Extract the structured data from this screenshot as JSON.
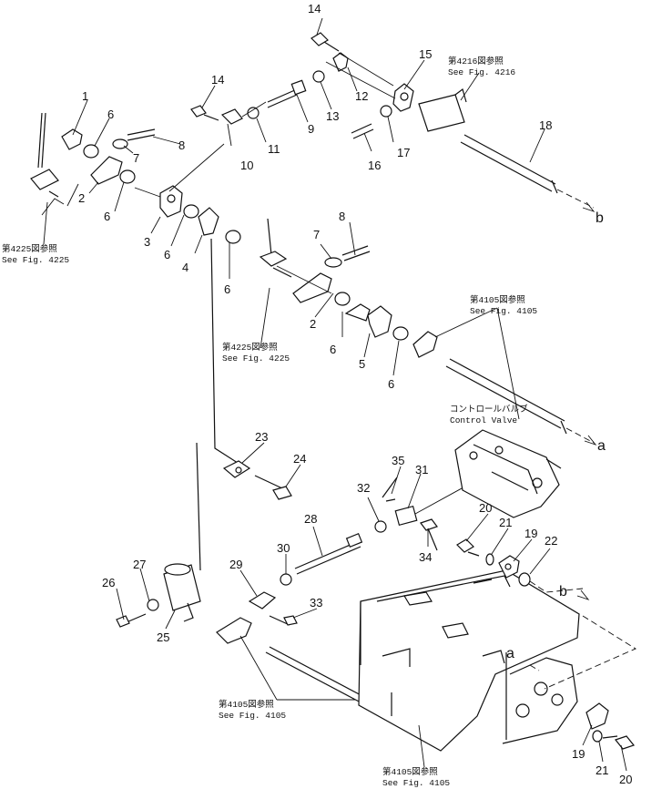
{
  "part_numbers": {
    "p1": "1",
    "p2a": "2",
    "p2b": "2",
    "p3": "3",
    "p4": "4",
    "p5": "5",
    "p6a": "6",
    "p6b": "6",
    "p6c": "6",
    "p6d": "6",
    "p6e": "6",
    "p6f": "6",
    "p7a": "7",
    "p7b": "7",
    "p8a": "8",
    "p8b": "8",
    "p9": "9",
    "p10": "10",
    "p11": "11",
    "p12": "12",
    "p13": "13",
    "p14a": "14",
    "p14b": "14",
    "p15": "15",
    "p16": "16",
    "p17": "17",
    "p18": "18",
    "p19a": "19",
    "p19b": "19",
    "p20a": "20",
    "p20b": "20",
    "p21a": "21",
    "p21b": "21",
    "p22": "22",
    "p23": "23",
    "p24": "24",
    "p25": "25",
    "p26": "26",
    "p27": "27",
    "p28": "28",
    "p29": "29",
    "p30": "30",
    "p31": "31",
    "p32": "32",
    "p33": "33",
    "p34": "34",
    "p35": "35"
  },
  "references": {
    "r4216_jp": "第4216図参照",
    "r4216_en": "See Fig. 4216",
    "r4225a_jp": "第4225図参照",
    "r4225a_en": "See Fig. 4225",
    "r4225b_jp": "第4225図参照",
    "r4225b_en": "See Fig. 4225",
    "r4105a_jp": "第4105図参照",
    "r4105a_en": "See Fig. 4105",
    "r4105b_jp": "第4105図参照",
    "r4105b_en": "See Fig. 4105",
    "r4105c_jp": "第4105図参照",
    "r4105c_en": "See Fig. 4105"
  },
  "control_valve": {
    "jp": "コントロールバルブ",
    "en": "Control Valve"
  },
  "connectors": {
    "a1": "a",
    "a2": "a",
    "b1": "b",
    "b2": "b"
  }
}
